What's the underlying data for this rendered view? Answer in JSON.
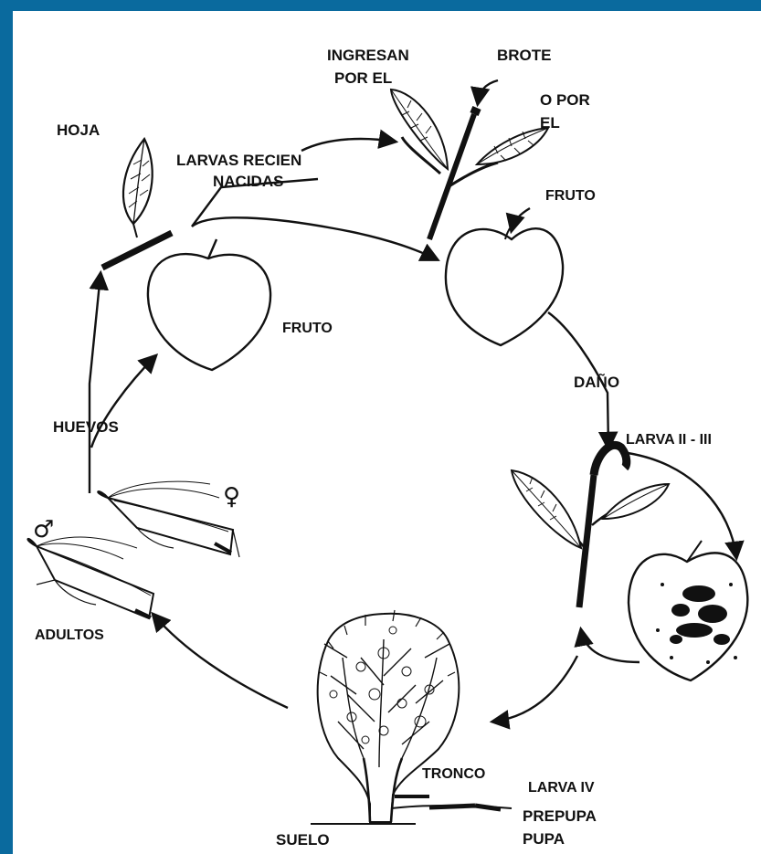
{
  "colors": {
    "frame": "#0a6a9e",
    "background": "#ffffff",
    "ink": "#111111"
  },
  "labels": {
    "hoja": "HOJA",
    "larvas_line1": "LARVAS RECIEN",
    "larvas_line2": "NACIDAS",
    "ingresan_line1": "INGRESAN",
    "ingresan_line2": "POR EL",
    "brote": "BROTE",
    "o_por_line1": "O POR",
    "o_por_line2": "EL",
    "fruto_top": "FRUTO",
    "fruto_left": "FRUTO",
    "dano": "DAÑO",
    "larva_2_3": "LARVA II - III",
    "huevos": "HUEVOS",
    "adultos": "ADULTOS",
    "tronco": "TRONCO",
    "larva_iv": "LARVA IV",
    "prepupa": "PREPUPA",
    "pupa": "PUPA",
    "suelo": "SUELO",
    "female_symbol": "♀",
    "male_symbol": "♂"
  },
  "icons": [
    "leaf-icon",
    "peach-icon",
    "shoot-icon",
    "moth-icon",
    "tree-icon",
    "cycle-arrow-icon"
  ]
}
